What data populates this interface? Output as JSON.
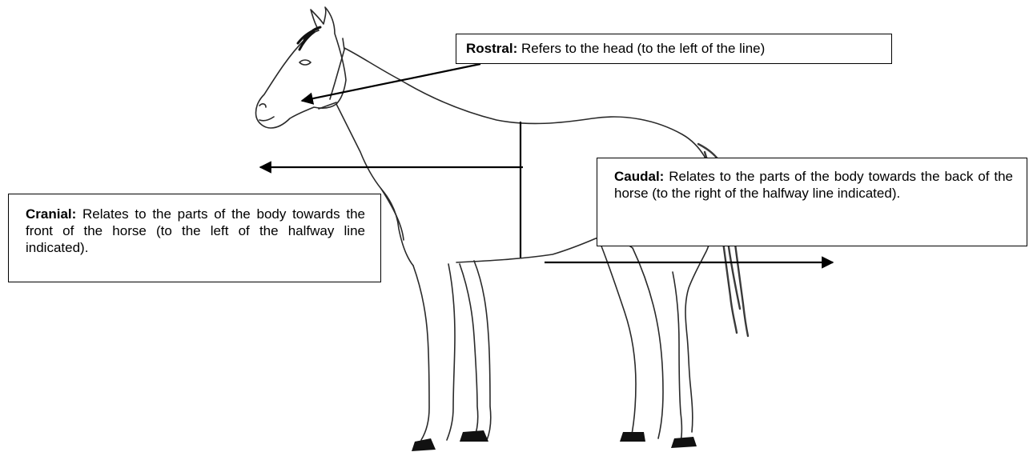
{
  "callouts": {
    "rostral": {
      "term": "Rostral:",
      "text": "Refers to the head (to the left of the line)"
    },
    "cranial": {
      "term": "Cranial:",
      "text": "Relates to the parts of the body towards the front of the horse (to the left of the halfway line indicated)."
    },
    "caudal": {
      "term": "Caudal:",
      "text": "Relates to the parts of the body towards the back of the horse (to the right of the halfway line indicated)."
    }
  },
  "colors": {
    "line": "#000000",
    "sketch": "#2a2a2a",
    "tail": "#3a3a3a",
    "hoof": "#111111"
  }
}
